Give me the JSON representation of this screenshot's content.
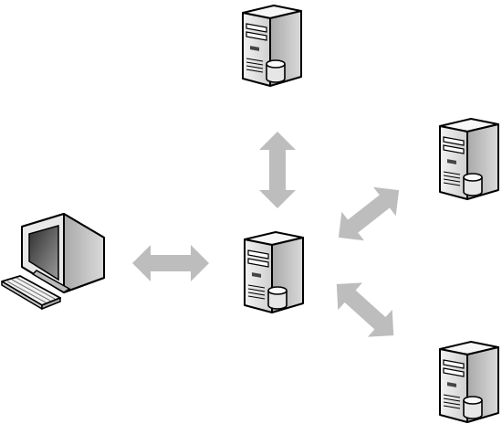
{
  "diagram": {
    "type": "network",
    "nodes": [
      {
        "id": "client",
        "kind": "workstation",
        "icon": "desktop-computer-icon",
        "label": ""
      },
      {
        "id": "central",
        "kind": "server",
        "icon": "server-icon",
        "label": ""
      },
      {
        "id": "top",
        "kind": "server",
        "icon": "server-icon",
        "label": ""
      },
      {
        "id": "right",
        "kind": "server",
        "icon": "server-icon",
        "label": ""
      },
      {
        "id": "bottom-right",
        "kind": "server",
        "icon": "server-icon",
        "label": ""
      }
    ],
    "edges": [
      {
        "from": "client",
        "to": "central",
        "direction": "both",
        "icon": "double-arrow-icon"
      },
      {
        "from": "top",
        "to": "central",
        "direction": "both",
        "icon": "double-arrow-icon"
      },
      {
        "from": "central",
        "to": "right",
        "direction": "both",
        "icon": "double-arrow-icon"
      },
      {
        "from": "central",
        "to": "bottom-right",
        "direction": "both",
        "icon": "double-arrow-icon"
      }
    ],
    "colors": {
      "arrow": "#bdbdbd",
      "outline": "#000000",
      "server_front": "#e4e4e4",
      "server_side": "#bcbcbc",
      "server_top": "#f4f4f4",
      "screen": "#4a4a4a"
    }
  }
}
